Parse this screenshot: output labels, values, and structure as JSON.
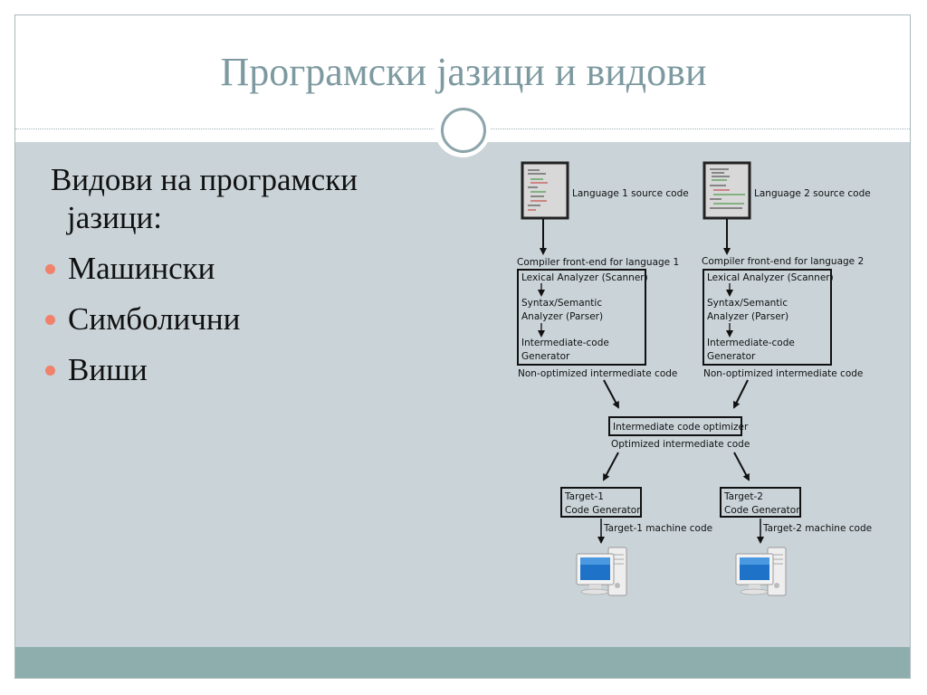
{
  "slide": {
    "title": "Програмски јазици и видови",
    "intro_line1": "Видови на програмски",
    "intro_line2": "јазици:",
    "bullets": [
      "Машински",
      "Симболични",
      "Виши"
    ]
  },
  "diagram": {
    "source1_label": "Language 1 source code",
    "source2_label": "Language 2 source code",
    "frontend1_label": "Compiler front-end for language 1",
    "frontend2_label": "Compiler front-end for language 2",
    "lexical": "Lexical Analyzer (Scanner)",
    "syntax_line1": "Syntax/Semantic",
    "syntax_line2": "Analyzer (Parser)",
    "inter_line1": "Intermediate-code",
    "inter_line2": "Generator",
    "nonopt": "Non-optimized intermediate code",
    "optimizer": "Intermediate code optimizer",
    "optimized": "Optimized intermediate code",
    "target1_line1": "Target-1",
    "target1_line2": "Code Generator",
    "target2_line1": "Target-2",
    "target2_line2": "Code Generator",
    "machine1": "Target-1 machine code",
    "machine2": "Target-2 machine code"
  },
  "icons": {
    "source_document": "code-document-icon",
    "computer": "computer-icon",
    "bullet": "bullet-dot-icon"
  },
  "colors": {
    "title": "#7d9aa0",
    "content_bg": "#c9d3d8",
    "footer": "#8eaeae",
    "bullet": "#f0826c",
    "monitor_screen": "#1e73c8"
  }
}
